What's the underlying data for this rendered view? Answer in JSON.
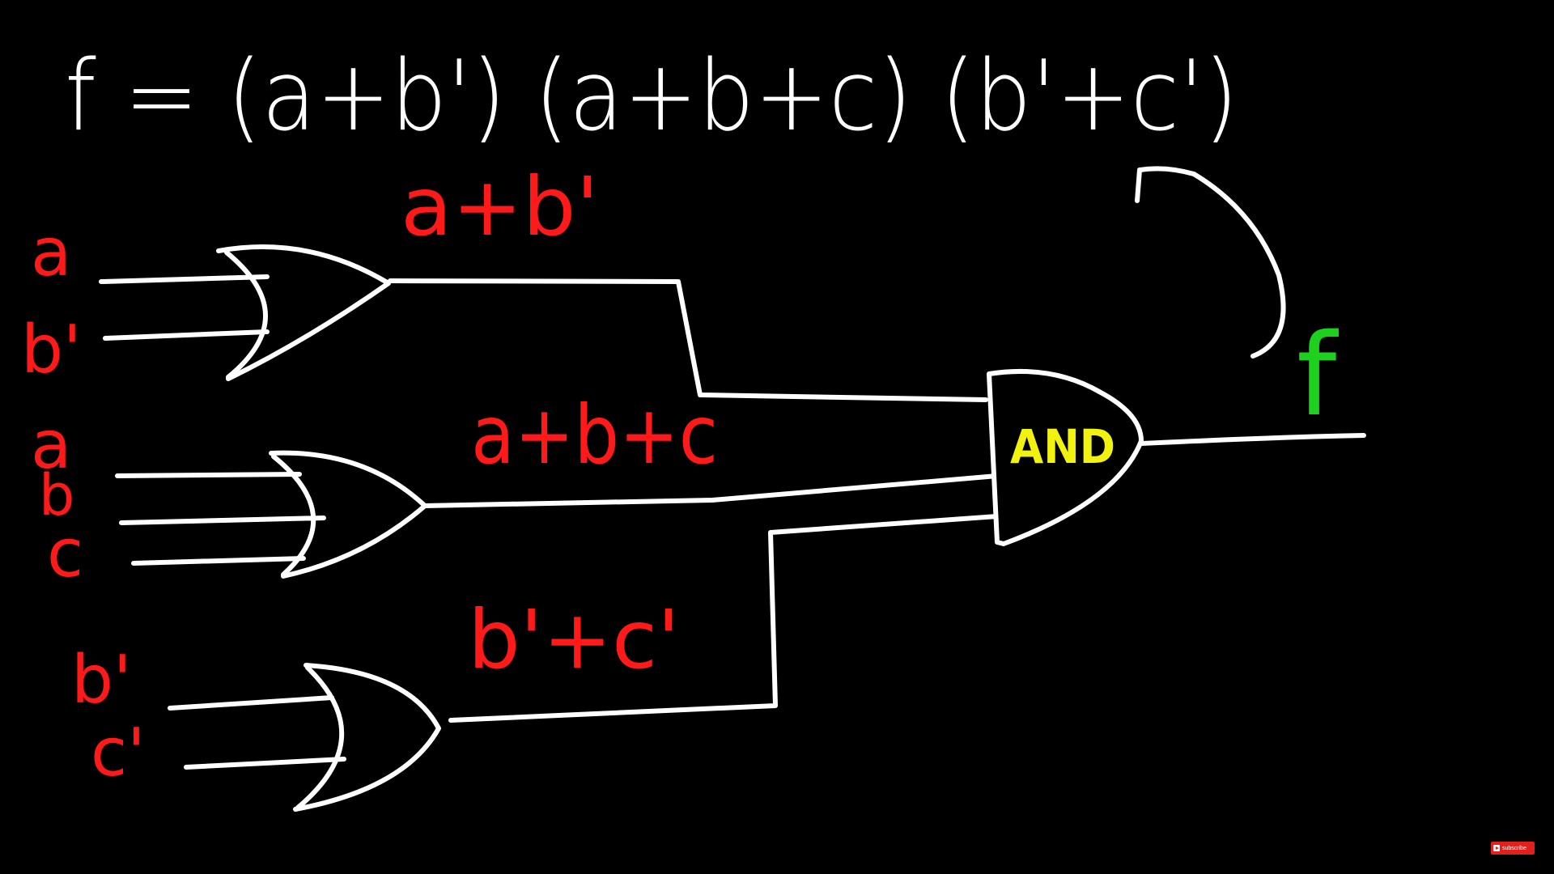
{
  "colors": {
    "background": "#000000",
    "wire": "#ffffff",
    "input_labels": "#ff1a1a",
    "gate_terms": "#ff1a1a",
    "and_label": "#f2f20f",
    "output_label": "#1fd11f"
  },
  "equation": {
    "text": "f = (a+b') (a+b+c) (b'+c')"
  },
  "gates": {
    "or1": {
      "term": "a+b'",
      "inputs": [
        "a",
        "b'"
      ]
    },
    "or2": {
      "term": "a+b+c",
      "inputs": [
        "a",
        "b",
        "c"
      ]
    },
    "or3": {
      "term": "b'+c'",
      "inputs": [
        "b'",
        "c'"
      ]
    },
    "and": {
      "label": "AND"
    }
  },
  "output": {
    "label": "f"
  },
  "badge": {
    "text": "subscribe",
    "icon": "play-icon"
  }
}
